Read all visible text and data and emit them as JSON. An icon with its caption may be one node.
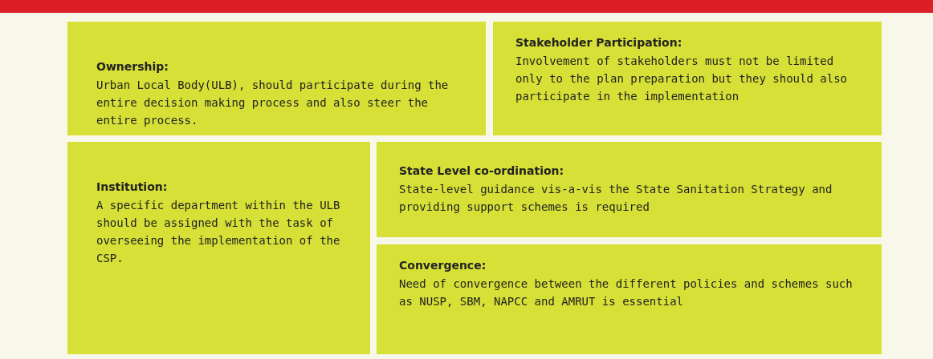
{
  "diagram": {
    "nodes": [
      {
        "text": [
          "Ownership:",
          "Urban Local Body(ULB), should participate during the entire decision making process and also steer the entire process."
        ]
      },
      {
        "text": [
          "Stakeholder Participation:",
          "Involvement of stakeholders must not be limited only to the plan preparation but they should also participate in the implementation"
        ]
      },
      {
        "text": [
          "Institution:",
          "A specific department within the ULB should be assigned with the task of overseeing the implementation of the CSP."
        ]
      },
      {
        "text": [
          "State Level co-ordination:",
          "State-level guidance vis-a-vis the State Sanitation Strategy and providing support schemes is required"
        ]
      },
      {
        "text": [
          "Convergence:",
          "Need of convergence between the different policies and schemes such as NUSP, SBM, NAPCC and AMRUT is essential"
        ]
      }
    ]
  }
}
